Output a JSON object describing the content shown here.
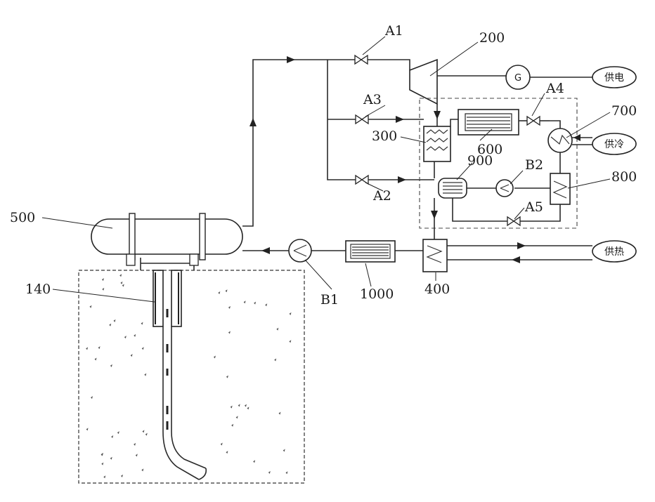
{
  "labels": {
    "A1": "A1",
    "A2": "A2",
    "A3": "A3",
    "A4": "A4",
    "A5": "A5",
    "B1": "B1",
    "B2": "B2",
    "n200": "200",
    "n300": "300",
    "n400": "400",
    "n500": "500",
    "n600": "600",
    "n700": "700",
    "n800": "800",
    "n900": "900",
    "n1000": "1000",
    "n140": "140",
    "generator": "G"
  },
  "outputs": {
    "power": "供电",
    "cooling": "供冷",
    "heating": "供热"
  }
}
